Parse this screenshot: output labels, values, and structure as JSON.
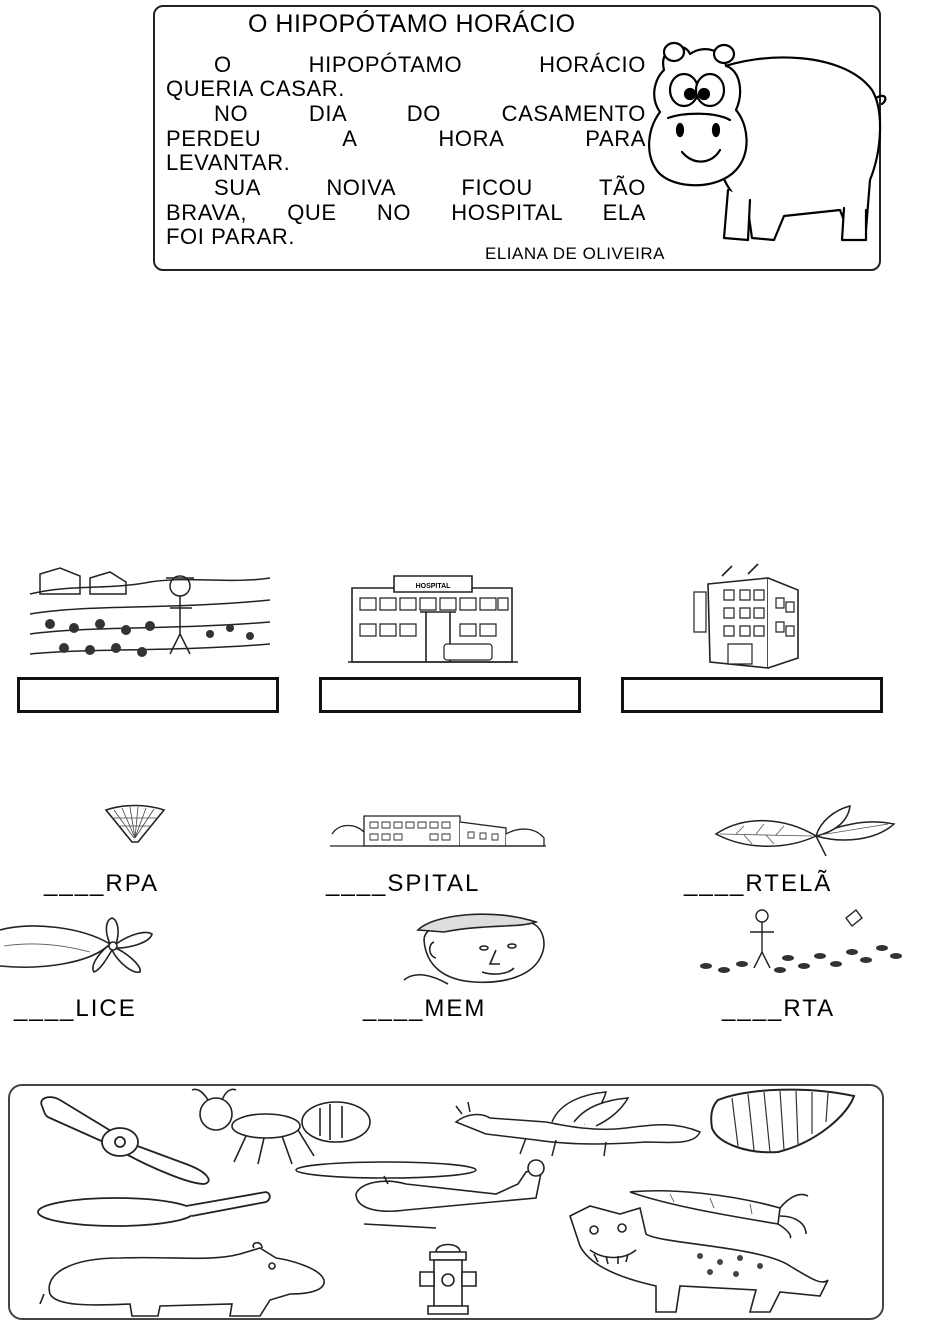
{
  "poem": {
    "title": "O HIPOPÓTAMO HORÁCIO",
    "lines": [
      "O HIPOPÓTAMO HORÁCIO",
      "QUERIA CASAR.",
      "NO DIA DO CASAMENTO",
      "PERDEU A HORA PARA",
      "LEVANTAR.",
      "SUA NOIVA FICOU TÃO",
      "BRAVA, QUE NO HOSPITAL ELA",
      "FOI PARAR."
    ],
    "author": "ELIANA DE OLIVEIRA",
    "hospital_sign": "HOSPITAL"
  },
  "naming_boxes": [
    {
      "picture": "farm-icon",
      "answer": ""
    },
    {
      "picture": "hospital-icon",
      "answer": ""
    },
    {
      "picture": "hotel-icon",
      "answer": ""
    }
  ],
  "fill_in": [
    {
      "picture": "harp-icon",
      "word": "____RPA"
    },
    {
      "picture": "hospital-building-icon",
      "word": "____SPITAL"
    },
    {
      "picture": "mint-leaf-icon",
      "word": "____RTELÃ"
    },
    {
      "picture": "propeller-icon",
      "word": "____LICE"
    },
    {
      "picture": "man-face-icon",
      "word": "____MEM"
    },
    {
      "picture": "garden-icon",
      "word": "____RTA"
    }
  ],
  "picture_bank": [
    "propeller-icon",
    "ant-icon",
    "dragon-icon",
    "harp-icon",
    "frying-pan-icon",
    "helicopter-icon",
    "carrot-icon",
    "hippo-icon",
    "fire-hydrant-icon",
    "hyena-icon"
  ]
}
